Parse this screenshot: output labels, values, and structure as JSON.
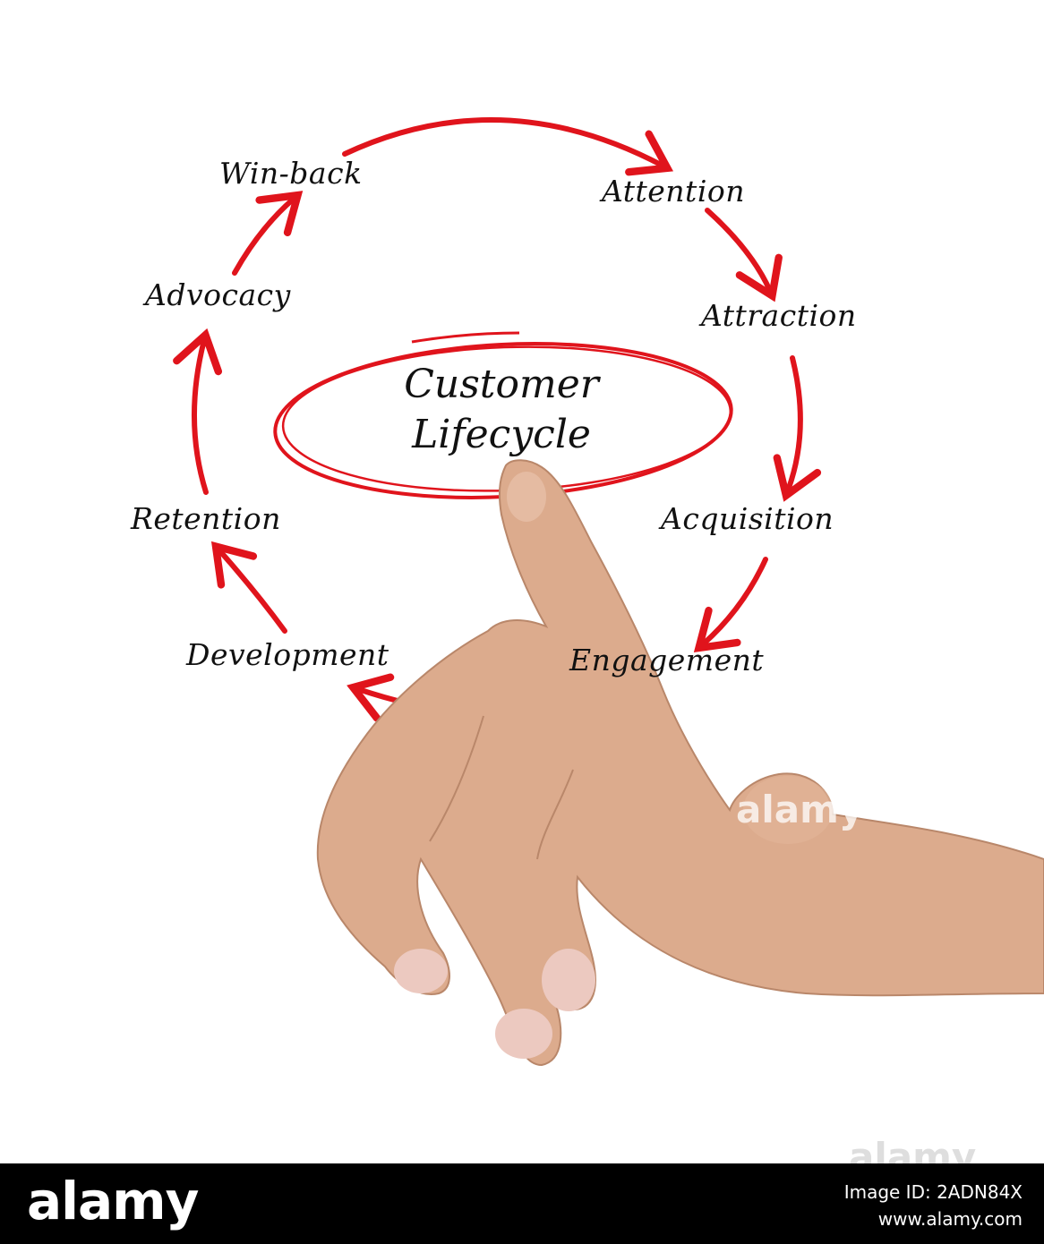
{
  "diagram": {
    "center": {
      "line1": "Customer",
      "line2": "Lifecycle"
    },
    "stages": [
      {
        "id": "win-back",
        "label": "Win-back"
      },
      {
        "id": "attention",
        "label": "Attention"
      },
      {
        "id": "attraction",
        "label": "Attraction"
      },
      {
        "id": "acquisition",
        "label": "Acquisition"
      },
      {
        "id": "engagement",
        "label": "Engagement"
      },
      {
        "id": "development",
        "label": "Development"
      },
      {
        "id": "retention",
        "label": "Retention"
      },
      {
        "id": "advocacy",
        "label": "Advocacy"
      }
    ],
    "arrow_color": "#e0141c"
  },
  "watermark": {
    "text": "alamy"
  },
  "footer": {
    "logo": "alamy",
    "image_id": "Image ID: 2ADN84X",
    "site": "www.alamy.com"
  }
}
